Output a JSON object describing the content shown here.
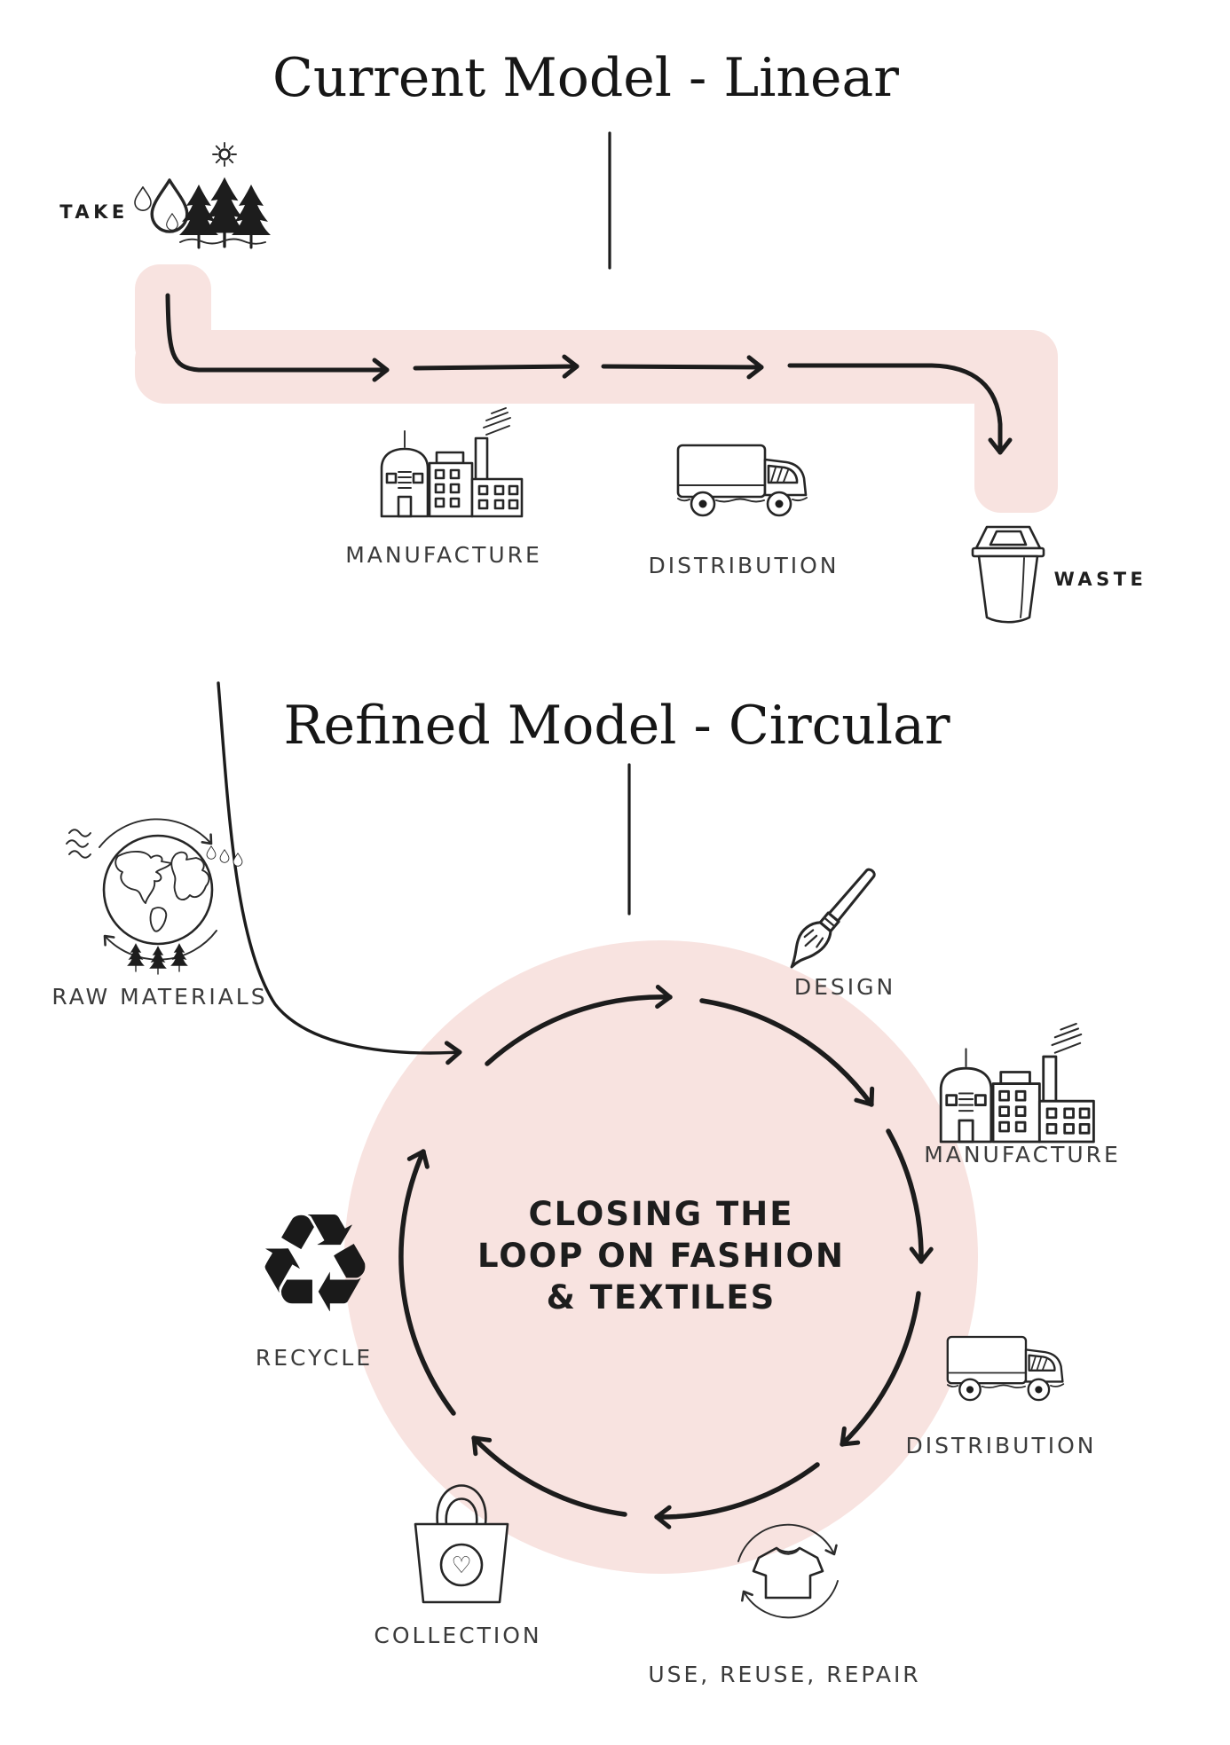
{
  "palette": {
    "pink": "#f8e3e0",
    "ink": "#1f1f1f",
    "label_color": "#3b3b3b"
  },
  "linear_model": {
    "title": "Current Model - Linear",
    "stages": [
      {
        "label": "TAKE",
        "icon": "water-drops-and-trees"
      },
      {
        "label": "MANUFACTURE",
        "icon": "factory"
      },
      {
        "label": "DISTRIBUTION",
        "icon": "truck"
      },
      {
        "label": "WASTE",
        "icon": "waste-bin"
      }
    ]
  },
  "circular_model": {
    "title": "Refined Model - Circular",
    "center_text": {
      "line1": "CLOSING THE",
      "line2": "LOOP ON FASHION",
      "line3": "& TEXTILES"
    },
    "stages": [
      {
        "label": "RAW MATERIALS",
        "icon": "earth-cycle"
      },
      {
        "label": "DESIGN",
        "icon": "paintbrush"
      },
      {
        "label": "MANUFACTURE",
        "icon": "factory"
      },
      {
        "label": "DISTRIBUTION",
        "icon": "truck"
      },
      {
        "label": "USE, REUSE, REPAIR",
        "icon": "tshirt-cycle"
      },
      {
        "label": "COLLECTION",
        "icon": "tote-bag"
      },
      {
        "label": "RECYCLE",
        "icon": "recycle-symbol"
      }
    ]
  },
  "icons": {
    "recycle_glyph": "♻",
    "heart_glyph": "♡"
  }
}
